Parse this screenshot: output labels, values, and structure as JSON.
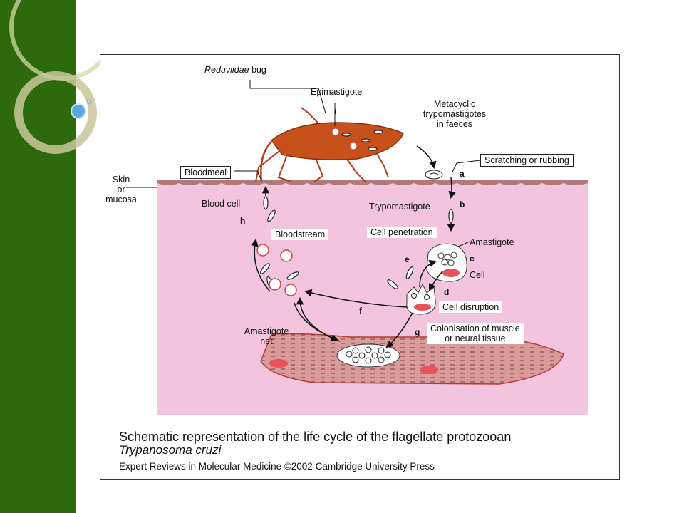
{
  "theme": {
    "sidebar_color": "#2d6a0c",
    "tissue_color": "#f2c4dd",
    "bug_color": "#c8501a",
    "cell_nucleus_color": "#e8535b"
  },
  "labels": {
    "reduviidae_italic": "Reduviidae",
    "reduviidae_rest": " bug",
    "epimastigote": "Epimastigote",
    "metacyclic_line1": "Metacyclic",
    "metacyclic_line2": "trypomastigotes",
    "metacyclic_line3": "in faeces",
    "scratching": "Scratching or rubbing",
    "bloodmeal": "Bloodmeal",
    "skin_line1": "Skin",
    "skin_line2": "or",
    "skin_line3": "mucosa",
    "blood_cell": "Blood cell",
    "trypomastigote": "Trypomastigote",
    "bloodstream": "Bloodstream",
    "cell_penetration": "Cell penetration",
    "amastigote": "Amastigote",
    "cell": "Cell",
    "cell_disruption": "Cell disruption",
    "colonisation_line1": "Colonisation of muscle",
    "colonisation_line2": "or neural tissue",
    "amastigote_net_line1": "Amastigote",
    "amastigote_net_line2": "net"
  },
  "stage_letters": {
    "a": "a",
    "b": "b",
    "c": "c",
    "d": "d",
    "e": "e",
    "f": "f",
    "g": "g",
    "h": "h",
    "i": "i"
  },
  "caption": {
    "line1": "Schematic representation of the life cycle of the flagellate protozooan",
    "line2": "Trypanosoma cruzi",
    "line3": "Expert Reviews in Molecular Medicine ©2002 Cambridge University Press"
  }
}
